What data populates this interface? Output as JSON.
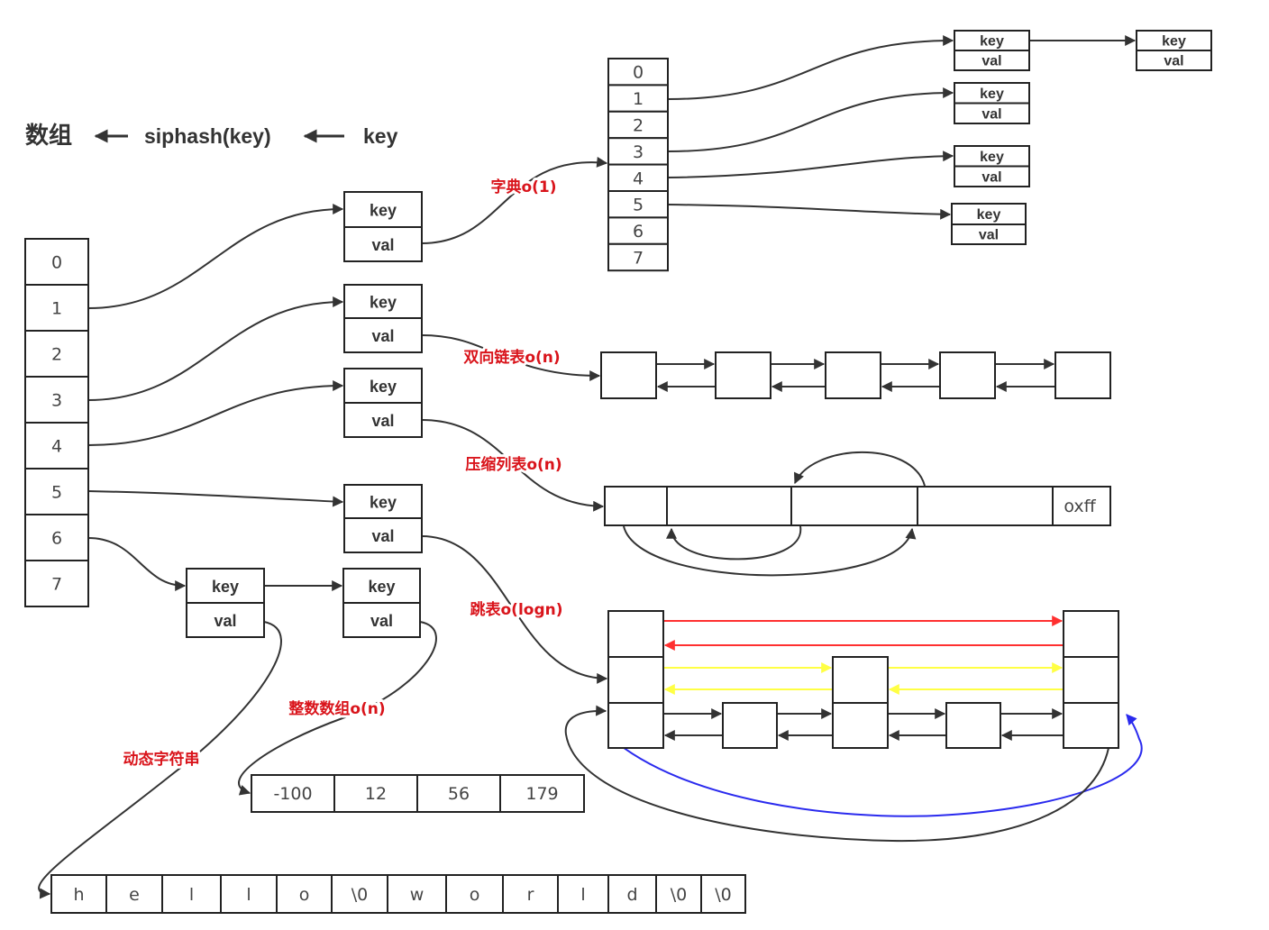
{
  "header": {
    "array_label": "数组",
    "hash_label": "siphash(key)",
    "key_label": "key"
  },
  "main_array": {
    "indices": [
      "0",
      "1",
      "2",
      "3",
      "4",
      "5",
      "6",
      "7"
    ]
  },
  "entry": {
    "key": "key",
    "val": "val"
  },
  "dict": {
    "label": "字典o(1)",
    "indices": [
      "0",
      "1",
      "2",
      "3",
      "4",
      "5",
      "6",
      "7"
    ]
  },
  "linked_list": {
    "label": "双向链表o(n)"
  },
  "ziplist": {
    "label": "压缩列表o(n)",
    "end_marker": "oxff"
  },
  "skiplist": {
    "label": "跳表o(logn)"
  },
  "intset": {
    "label": "整数数组o(n)",
    "values": [
      "-100",
      "12",
      "56",
      "179"
    ]
  },
  "sds": {
    "label": "动态字符串",
    "chars": [
      "h",
      "e",
      "l",
      "l",
      "o",
      "\\0",
      "w",
      "o",
      "r",
      "l",
      "d",
      "\\0",
      "\\0"
    ]
  },
  "colors": {
    "label": "#d9141b",
    "stroke": "#333333",
    "level3_arrow": "#ff3030",
    "level2_arrow": "#ffff44",
    "tail_arrow": "#2a2aee"
  }
}
